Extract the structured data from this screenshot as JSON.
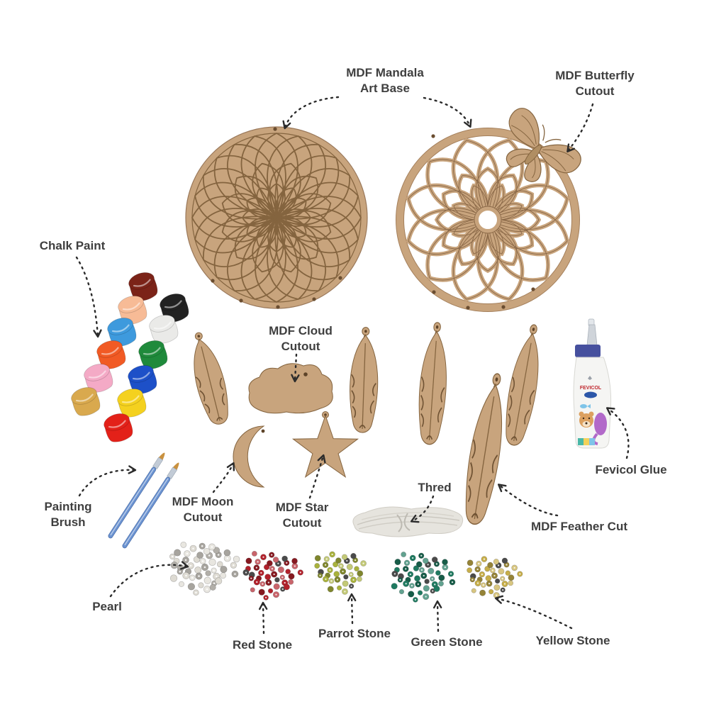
{
  "page": {
    "description": "Annotated DIY dream catcher MDF craft kit contents on white background"
  },
  "labels": {
    "mandala": {
      "line1": "MDF Mandala",
      "line2": "Art Base"
    },
    "butterfly": {
      "line1": "MDF Butterfly",
      "line2": "Cutout"
    },
    "chalk_paint": {
      "line1": "Chalk Paint"
    },
    "cloud": {
      "line1": "MDF Cloud",
      "line2": "Cutout"
    },
    "painting_brush": {
      "line1": "Painting",
      "line2": "Brush"
    },
    "moon": {
      "line1": "MDF Moon",
      "line2": "Cutout"
    },
    "star": {
      "line1": "MDF Star",
      "line2": "Cutout"
    },
    "thread": {
      "line1": "Thred"
    },
    "fevicol_glue": {
      "line1": "Fevicol Glue"
    },
    "feather": {
      "line1": "MDF Feather Cut"
    },
    "pearl": {
      "line1": "Pearl"
    },
    "red_stone": {
      "line1": "Red Stone"
    },
    "parrot_stone": {
      "line1": "Parrot Stone"
    },
    "green_stone": {
      "line1": "Green Stone"
    },
    "yellow_stone": {
      "line1": "Yellow Stone"
    }
  },
  "bottle": {
    "brand": "FEVICOL"
  },
  "colors": {
    "mdf": "#c8a47d",
    "mdf_dark": "#84643f",
    "label_text": "#3f3f3f",
    "arrow": "#2b2b2b",
    "brush_handle": "#6b93d1",
    "glue_cap": "#46509e",
    "paint_pots": [
      {
        "name": "maroon",
        "hex": "#7b2318"
      },
      {
        "name": "peach",
        "hex": "#f7bb96"
      },
      {
        "name": "black",
        "hex": "#222222"
      },
      {
        "name": "sky-blue",
        "hex": "#3e9add"
      },
      {
        "name": "white",
        "hex": "#eaeae8"
      },
      {
        "name": "orange",
        "hex": "#f15a24"
      },
      {
        "name": "green",
        "hex": "#1f8a3b"
      },
      {
        "name": "pink",
        "hex": "#f4aac6"
      },
      {
        "name": "blue",
        "hex": "#1d50c8"
      },
      {
        "name": "khaki",
        "hex": "#d9a94e"
      },
      {
        "name": "yellow",
        "hex": "#f4d11f"
      },
      {
        "name": "red",
        "hex": "#e32119"
      }
    ],
    "stones": {
      "pearl": "#dedbd3",
      "red": "#b2212b",
      "parrot": "#a9b23c",
      "green": "#1f7a60",
      "yellow": "#c7ae49"
    }
  }
}
